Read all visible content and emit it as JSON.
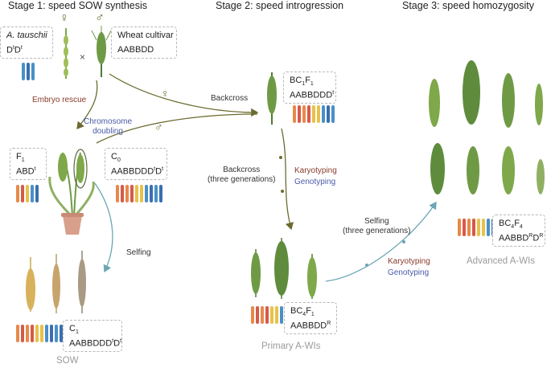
{
  "stages": {
    "s1": "Stage 1: speed SOW synthesis",
    "s2": "Stage 2: speed introgression",
    "s3": "Stage 3: speed homozygosity"
  },
  "boxes": {
    "tauschii": {
      "name": "A. tauschii",
      "genome": "D",
      "sup": "t",
      "genome2": "D",
      "sup2": "t"
    },
    "wheat": {
      "name": "Wheat cultivar",
      "genome": "AABBDD"
    },
    "f1": {
      "name": "F",
      "sub": "1",
      "genome": "ABD",
      "sup": "t"
    },
    "c0": {
      "name": "C",
      "sub": "0",
      "genome": "AABBDDD",
      "sup": "t",
      "genome2": "D",
      "sup2": "t"
    },
    "c1": {
      "name": "C",
      "sub": "1",
      "genome": "AABBDDD",
      "sup": "t",
      "genome2": "D",
      "sup2": "t"
    },
    "bc1f1": {
      "name": "BC",
      "sub": "1",
      "name2": "F",
      "sub2": "1",
      "genome": "AABBDDD",
      "sup": "t"
    },
    "bc4f1": {
      "name": "BC",
      "sub": "4",
      "name2": "F",
      "sub2": "1",
      "genome": "AABBDD",
      "sup": "R"
    },
    "bc4f4": {
      "name": "BC",
      "sub": "4",
      "name2": "F",
      "sub2": "4",
      "genome": "AABBD",
      "sup": "R",
      "genome2": "D",
      "sup2": "R"
    }
  },
  "labels": {
    "female": "♀",
    "male": "♂",
    "cross": "×",
    "embryo_rescue": "Embryo rescue",
    "chrom_doubling": "Chromosome\ndoubling",
    "backcross": "Backcross",
    "backcross3": "Backcross\n(three generations)",
    "karyotyping": "Karyotyping",
    "genotyping": "Genotyping",
    "selfing": "Selfing",
    "selfing3": "Selfing\n(three generations)",
    "karyotyping2": "Karyotyping",
    "genotyping2": "Genotyping"
  },
  "captions": {
    "sow": "SOW",
    "primary": "Primary A-WIs",
    "advanced": "Advanced A-WIs"
  },
  "colors": {
    "arrow_olive": "#6b6b30",
    "arrow_teal": "#6aa6b4",
    "chrom_orange": "#e8894a",
    "chrom_red": "#d65a4a",
    "chrom_yellow": "#e8c14a",
    "chrom_blue": "#4a90c8",
    "chrom_dblue": "#3a6fb0",
    "spike_green": "#7fa84a",
    "spike_dark": "#4f7a35",
    "pot": "#d8a08a"
  }
}
